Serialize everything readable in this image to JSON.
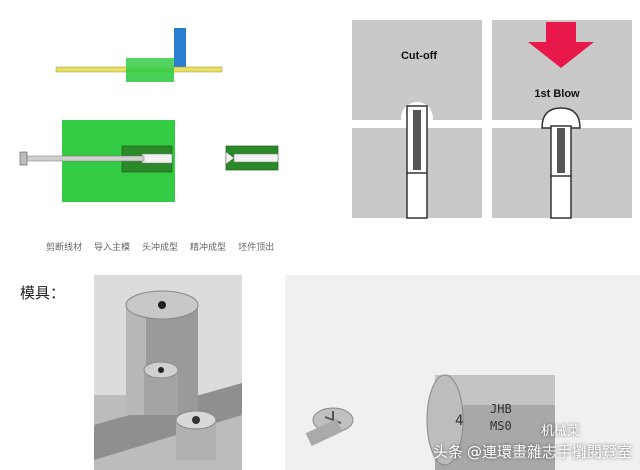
{
  "process_steps": [
    "剪断线材",
    "导入主模",
    "头冲成型",
    "精冲成型",
    "坯件顶出"
  ],
  "diagram_labels": {
    "cutoff": "Cut-off",
    "first_blow": "1st Blow"
  },
  "section_heading": "模具：",
  "watermark": {
    "source": "头条",
    "account": "@連環畫雜志手攤閱覽室",
    "logo_text": "机械菜"
  },
  "colors": {
    "green": "#33cc44",
    "dark_green": "#2a8a2a",
    "blue": "#2a7fd4",
    "yellow": "#e8e060",
    "die_gray": "#c9c9c9",
    "arrow_red": "#e8184a"
  }
}
